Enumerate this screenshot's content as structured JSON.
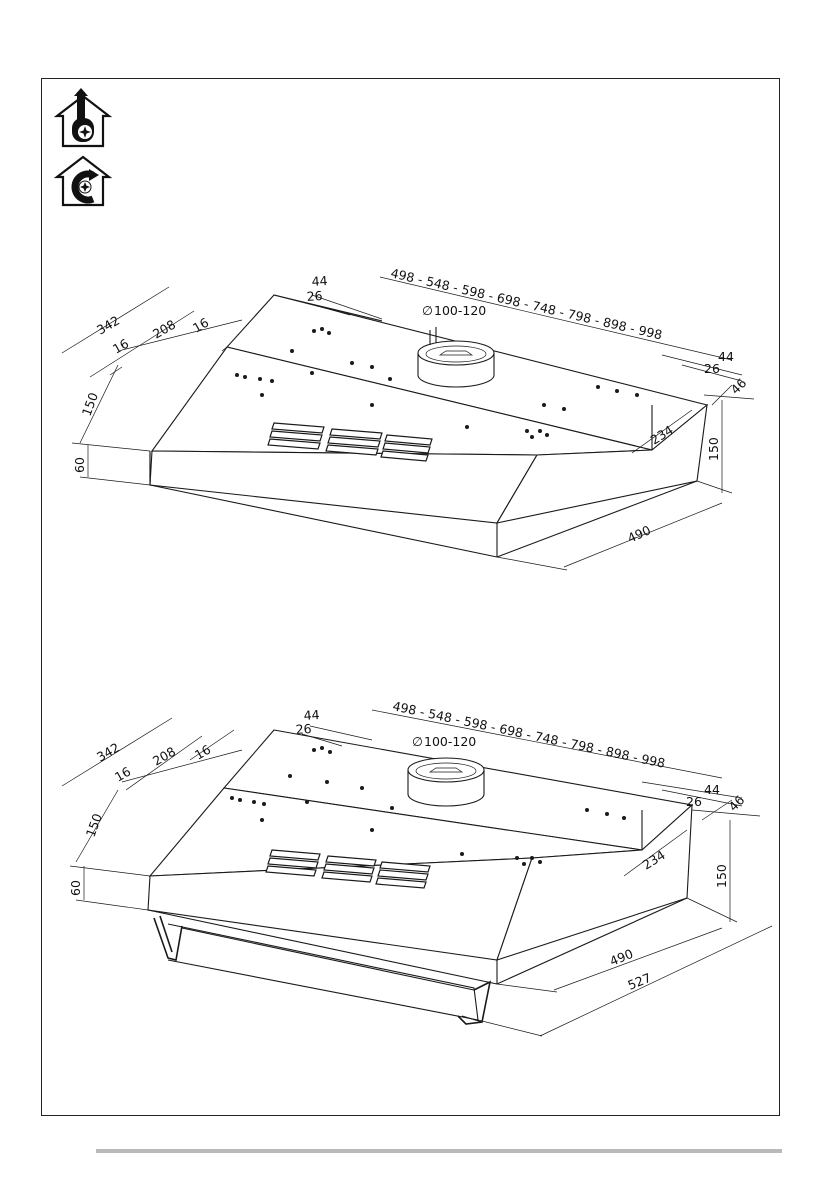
{
  "icons": {
    "ducted": "ducted-extraction-icon",
    "recirculating": "recirculation-icon"
  },
  "drawings": {
    "top": {
      "width_range": "498 - 548 - 598 - 698 - 748 - 798 - 898 - 998",
      "duct_diameter": "100-120",
      "dims": {
        "d342": "342",
        "d208": "208",
        "d16a": "16",
        "d16b": "16",
        "d44a": "44",
        "d26a": "26",
        "d150a": "150",
        "d60": "60",
        "d44b": "44",
        "d26b": "26",
        "d46": "46",
        "d234": "234",
        "d150b": "150",
        "d490": "490"
      }
    },
    "bottom": {
      "width_range": "498 - 548 - 598 - 698 - 748 - 798 - 898 - 998",
      "duct_diameter": "100-120",
      "dims": {
        "d342": "342",
        "d208": "208",
        "d16a": "16",
        "d16b": "16",
        "d44a": "44",
        "d26a": "26",
        "d150a": "150",
        "d60": "60",
        "d44b": "44",
        "d26b": "26",
        "d46": "46",
        "d234": "234",
        "d150b": "150",
        "d490": "490",
        "d527": "527"
      }
    }
  }
}
